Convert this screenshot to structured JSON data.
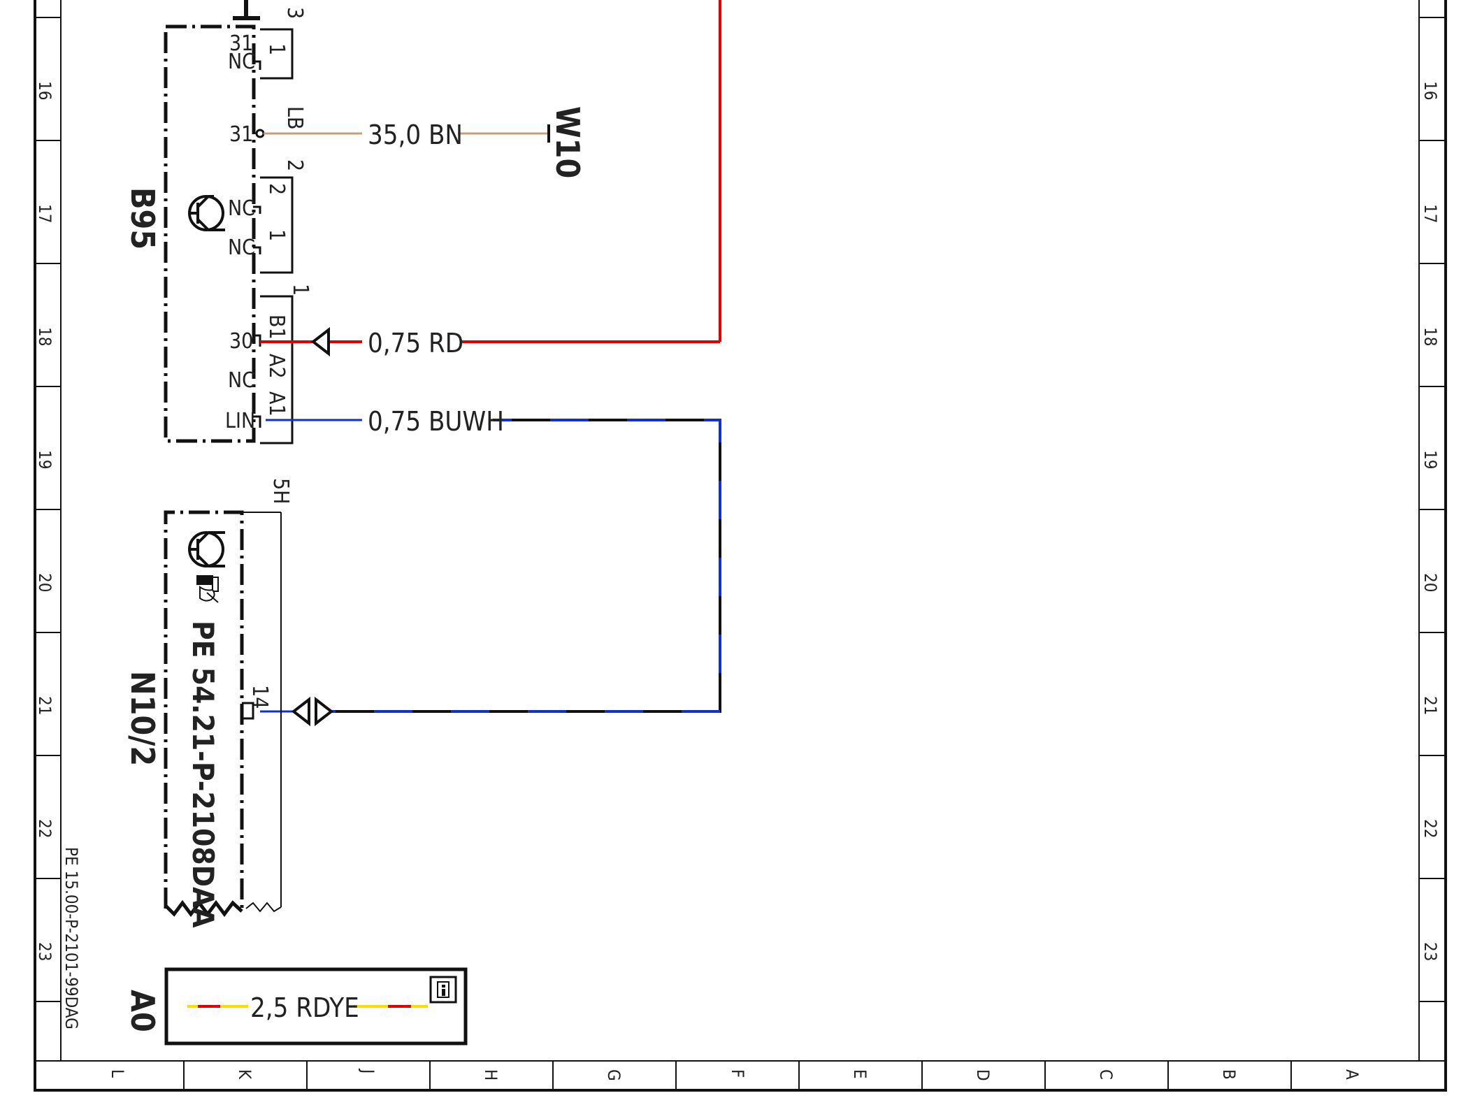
{
  "frame": {
    "rows": [
      "16",
      "17",
      "18",
      "19",
      "20",
      "21",
      "22",
      "23"
    ],
    "columns": [
      "L",
      "K",
      "J",
      "H",
      "G",
      "F",
      "E",
      "D",
      "C",
      "B",
      "A"
    ],
    "doc_code": "PE 15.00-P-2101-99DAG"
  },
  "colors": {
    "wire_brown": "#c8a070",
    "wire_red": "#e00000",
    "wire_blue": "#1030d0",
    "wire_yellow": "#f5e000",
    "line": "#111111"
  },
  "b95": {
    "designation": "B95",
    "pins": {
      "top_31": "31",
      "top_nc": "NC",
      "pin_31": "31",
      "nc_1": "NC",
      "nc_2": "NC",
      "pin_30": "30",
      "nc_3": "NC",
      "lin": "LIN"
    },
    "connector_labels": {
      "top_num": "3",
      "c1": "1",
      "lb": "LB",
      "c2": "2",
      "c2_a": "2",
      "c2_b": "1",
      "c3": "1",
      "b1": "B1",
      "a2": "A2",
      "a1": "A1"
    }
  },
  "wires": {
    "w_ground": {
      "label": "35,0 BN",
      "target": "W10"
    },
    "w_supply": {
      "label": "0,75 RD"
    },
    "w_lin": {
      "label": "0,75 BUWH"
    }
  },
  "n10": {
    "designation": "N10/2",
    "reference": "PE 54.21-P-2108DAA",
    "connector": "5H",
    "pin": "14"
  },
  "legend": {
    "designation": "A0",
    "wire_label": "2,5 RDYE",
    "info_icon": "info-icon"
  }
}
